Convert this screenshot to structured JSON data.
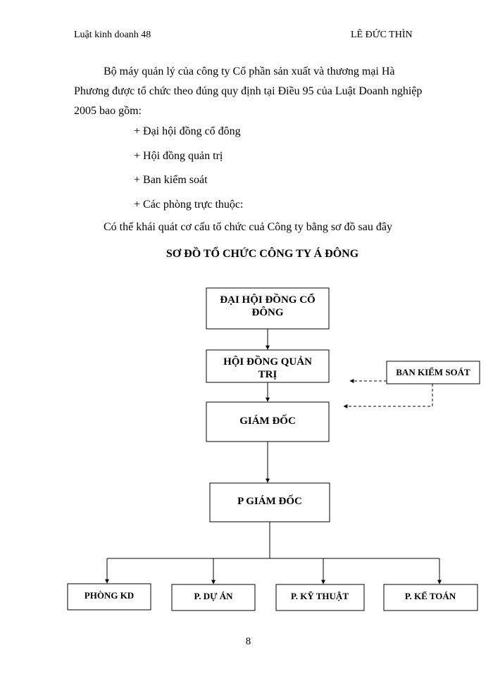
{
  "header": {
    "left": "Luật kinh  doanh 48",
    "right": "LÊ ĐỨC THÌN"
  },
  "body": {
    "paragraph": "Bộ máy quản lý của công ty Cổ phần sản xuất và thương mại Hà Phương được tổ chức theo đúng quy định tại Điều 95 của Luật Doanh nghiệp 2005 bao gồm:",
    "list": [
      "+ Đại hội đồng cổ đông",
      "+ Hội đồng quản trị",
      "+ Ban kiểm  soát",
      "+ Các phòng trực thuộc:"
    ],
    "intro": "Có thể khái  quát cơ cấu tổ chức cuả Công ty bằng sơ đồ sau đây"
  },
  "chart": {
    "title": "SƠ ĐỒ TỔ CHỨC CÔNG TY Á ĐÔNG",
    "nodes": {
      "dhdcd_line1": "ĐẠI HỘI ĐỒNG CỔ",
      "dhdcd_line2": "ĐÔNG",
      "hdqt_line1": "HỘI ĐỒNG QUẢN",
      "hdqt_line2": "TRỊ",
      "bks": "BAN KIỂM SOÁT",
      "gd": "GIÁM ĐỐC",
      "pgd": "P GIÁM ĐỐC",
      "kd": "PHÒNG KD",
      "duan": "P. DỰ ÁN",
      "kythuat": "P. KỸ THUẬT",
      "ketoan": "P. KẾ TOÁN"
    }
  },
  "page_number": "8"
}
